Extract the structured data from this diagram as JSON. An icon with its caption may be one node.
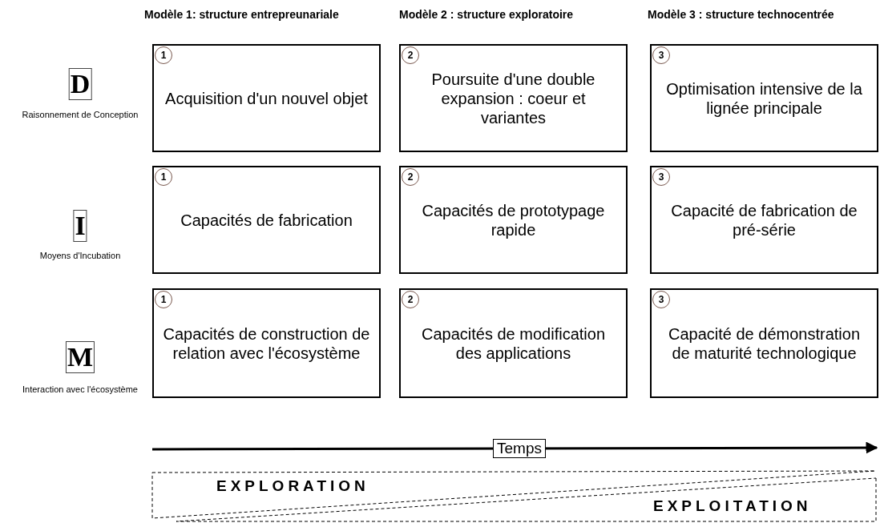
{
  "diagram": {
    "nodes": [
      {
        "text": [
          "D"
        ],
        "beside": [
          "Raisonnement de Conception"
        ]
      },
      {
        "text": [
          "1",
          "Acquisition d'un nouvel objet"
        ]
      },
      {
        "text": [
          "2",
          "Poursuite d'une double expansion : coeur et variantes"
        ]
      },
      {
        "text": [
          "3",
          "Optimisation intensive de la lignée principale"
        ]
      },
      {
        "text": [
          "I"
        ],
        "beside": [
          "Moyens d'Incubation"
        ]
      },
      {
        "text": [
          "1",
          "Capacités de fabrication"
        ]
      },
      {
        "text": [
          "2",
          "Capacités de prototypage rapide"
        ]
      },
      {
        "text": [
          "3",
          "Capacité de fabrication de pré-série"
        ]
      },
      {
        "text": [
          "M"
        ],
        "beside": [
          "Interaction avec l'écosystème"
        ]
      },
      {
        "text": [
          "1",
          "Capacités de construction de relation avec l'écosystème"
        ]
      },
      {
        "text": [
          "2",
          "Capacités de modification des applications"
        ]
      },
      {
        "text": [
          "3",
          "Capacité de démonstration de maturité technologique"
        ]
      },
      {
        "text": [
          "Temps"
        ]
      },
      {
        "text": [
          "EXPLORATION"
        ]
      },
      {
        "text": [
          "EXPLOITATION"
        ]
      }
    ],
    "edges": [],
    "labels": [
      "Modèle 1: structure entrepreunariale",
      "Modèle 2 : structure exploratoire",
      "Modèle 3 : structure technocentrée"
    ]
  }
}
